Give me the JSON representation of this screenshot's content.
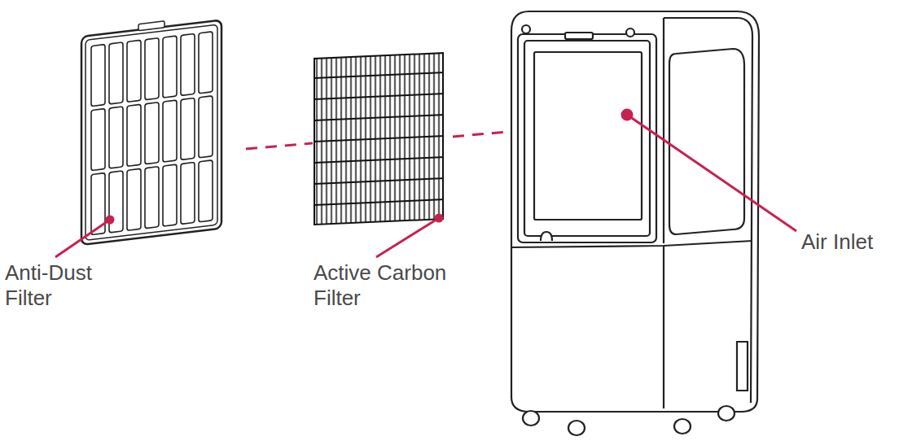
{
  "diagram": {
    "labels": [
      "Anti-Dust Filter",
      "Active Carbon Filter",
      "Air Inlet"
    ]
  }
}
